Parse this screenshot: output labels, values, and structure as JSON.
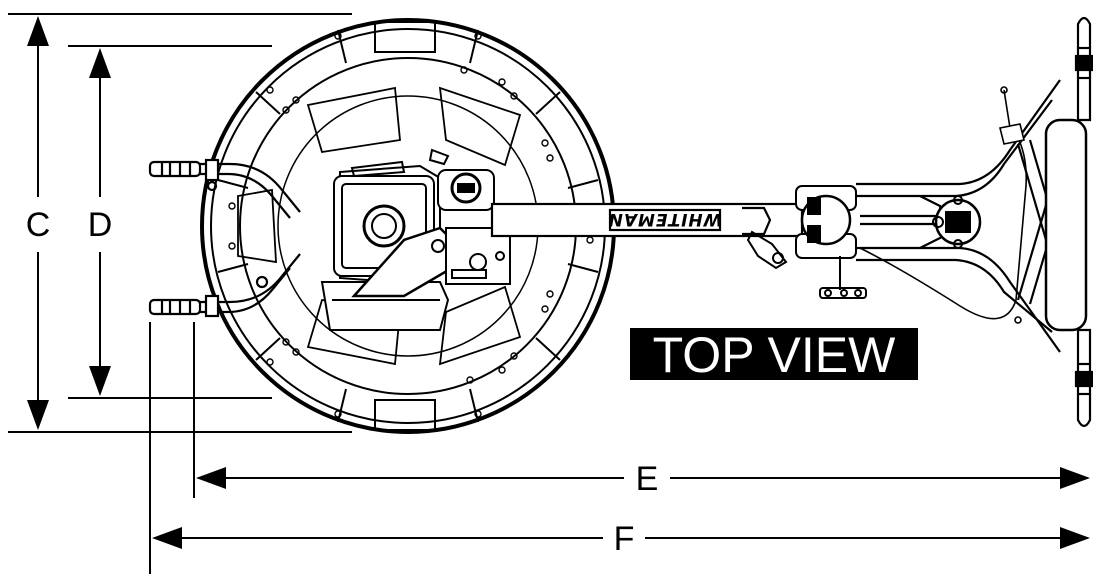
{
  "view_label": "TOP VIEW",
  "brand_logo": "WHITEMAN",
  "dimensions": {
    "c": "C",
    "d": "D",
    "e": "E",
    "f": "F"
  },
  "colors": {
    "line": "#000000",
    "background": "#ffffff",
    "label_box": "#000000",
    "label_text": "#ffffff"
  }
}
